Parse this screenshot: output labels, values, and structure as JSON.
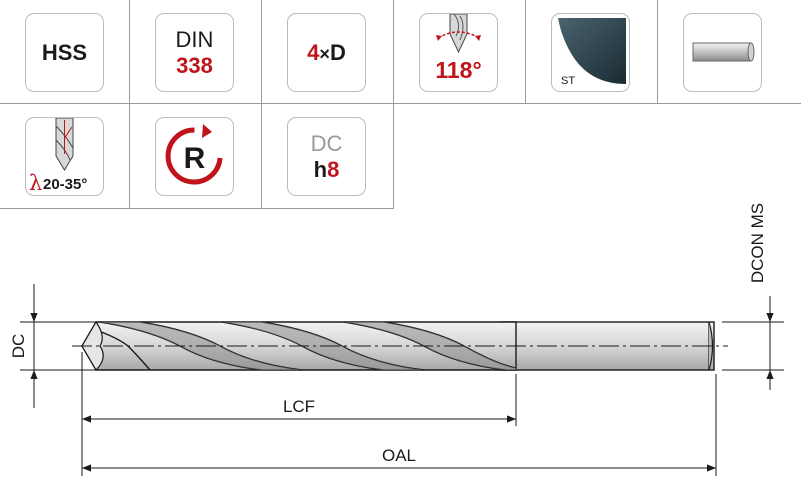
{
  "icons": {
    "material": "HSS",
    "din_label": "DIN",
    "din_number": "338",
    "length_factor": "4",
    "length_sign": "×",
    "length_unit": "D",
    "point_angle": "118°",
    "surface_code": "ST",
    "helix_symbol": "λ",
    "helix_range": "20-35°",
    "rotation_symbol": "R",
    "tolerance_label": "DC",
    "tolerance_letter": "h",
    "tolerance_grade": "8"
  },
  "dimensions": {
    "dc": "DC",
    "dcon_ms": "DCON MS",
    "lcf": "LCF",
    "oal": "OAL"
  },
  "colors": {
    "accent_red": "#c0141c",
    "text_dark": "#1a1a1a",
    "line_grey": "#9a9a9a"
  }
}
